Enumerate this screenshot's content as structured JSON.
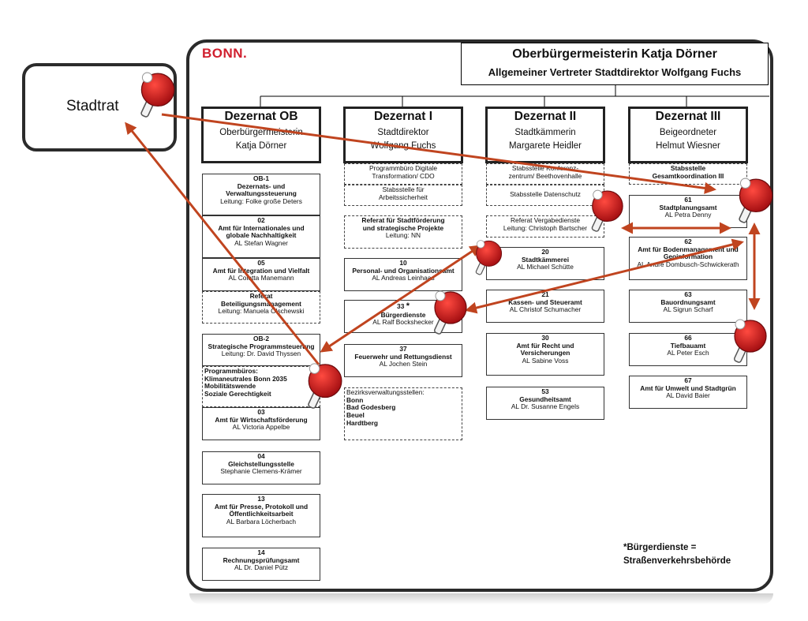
{
  "stadtrat": "Stadtrat",
  "logo": "BONN.",
  "header": {
    "title": "Oberbürgermeisterin Katja Dörner",
    "subtitle": "Allgemeiner Vertreter Stadtdirektor Wolfgang Fuchs"
  },
  "dezernate": {
    "ob": {
      "title": "Dezernat OB",
      "role": "Oberbürgermeisterin",
      "name": "Katja Dörner"
    },
    "d1": {
      "title": "Dezernat I",
      "role": "Stadtdirektor",
      "name": "Wolfgang Fuchs"
    },
    "d2": {
      "title": "Dezernat II",
      "role": "Stadtkämmerin",
      "name": "Margarete Heidler"
    },
    "d3": {
      "title": "Dezernat III",
      "role": "Beigeordneter",
      "name": "Helmut Wiesner"
    }
  },
  "units": {
    "ob1": {
      "code": "OB-1",
      "l1": "Dezernats- und",
      "l2": "Verwaltungssteuerung",
      "lead": "Leitung: Folke große Deters"
    },
    "u02": {
      "code": "02",
      "l1": "Amt für Internationales und",
      "l2": "globale Nachhaltigkeit",
      "lead": "AL Stefan Wagner"
    },
    "u05": {
      "code": "05",
      "l1": "Amt für Integration und Vielfalt",
      "lead": "AL Coletta Manemann"
    },
    "ref": {
      "l1": "Referat",
      "l2": "Beteiligungsmanagement",
      "lead": "Leitung: Manuela Olschewski"
    },
    "ob2": {
      "code": "OB-2",
      "l1": "Strategische Programmsteuerung",
      "lead": "Leitung: Dr. David Thyssen"
    },
    "prog": {
      "head": "Programmbüros:",
      "items": [
        "Klimaneutrales Bonn 2035",
        "Mobilitätswende",
        "Soziale Gerechtigkeit"
      ]
    },
    "u03": {
      "code": "03",
      "l1": "Amt für Wirtschaftsförderung",
      "lead": "AL Victoria Appelbe"
    },
    "u04": {
      "code": "04",
      "l1": "Gleichstellungsstelle",
      "lead": "Stephanie Clemens-Krämer"
    },
    "u13": {
      "code": "13",
      "l1": "Amt für Presse, Protokoll und",
      "l2": "Öffentlichkeitsarbeit",
      "lead": "AL Barbara Löcherbach"
    },
    "u14": {
      "code": "14",
      "l1": "Rechnungsprüfungsamt",
      "lead": "AL Dr. Daniel Pütz"
    },
    "pbd": {
      "l1": "Programmbüro Digitale",
      "l2": "Transformation/ CDO"
    },
    "asi": {
      "l1": "Stabsstelle für",
      "l2": "Arbeitssicherheit"
    },
    "rsf": {
      "l1": "Referat für Stadtförderung",
      "l2": "und strategische Projekte",
      "lead": "Leitung: NN"
    },
    "u10": {
      "code": "10",
      "l1": "Personal- und Organisationsamt",
      "lead": "AL Andreas Leinhaas"
    },
    "u33": {
      "code": "33",
      "star": "*",
      "l1": "Bürgerdienste",
      "lead": "AL Ralf Bockshecker"
    },
    "u37": {
      "code": "37",
      "l1": "Feuerwehr und Rettungsdienst",
      "lead": "AL Jochen Stein"
    },
    "bez": {
      "head": "Bezirksverwaltungsstellen:",
      "items": [
        "Bonn",
        "Bad Godesberg",
        "Beuel",
        "Hardtberg"
      ]
    },
    "skz": {
      "l1": "Stabsstelle Konferenz-",
      "l2": "zentrum/ Beethovenhalle"
    },
    "sds": {
      "l1": "Stabsstelle Datenschutz"
    },
    "rvd": {
      "l1": "Referat Vergabedienste",
      "lead": "Leitung: Christoph Bartscher"
    },
    "u20": {
      "code": "20",
      "l1": "Stadtkämmerei",
      "lead": "AL Michael Schütte"
    },
    "u21": {
      "code": "21",
      "l1": "Kassen- und Steueramt",
      "lead": "AL Christof Schumacher"
    },
    "u30": {
      "code": "30",
      "l1": "Amt für Recht und",
      "l2": "Versicherungen",
      "lead": "AL Sabine Voss"
    },
    "u53": {
      "code": "53",
      "l1": "Gesundheitsamt",
      "lead": "AL Dr. Susanne Engels"
    },
    "sgk": {
      "l1": "Stabsstelle",
      "l2": "Gesamtkoordination III"
    },
    "u61": {
      "code": "61",
      "l1": "Stadtplanungsamt",
      "lead": "AL Petra Denny"
    },
    "u62": {
      "code": "62",
      "l1": "Amt für Bodenmanagement und",
      "l2": "Geoinformation",
      "lead": "AL André Dombusch-Schwickerath"
    },
    "u63": {
      "code": "63",
      "l1": "Bauordnungsamt",
      "lead": "AL Sigrun Scharf"
    },
    "u66": {
      "code": "66",
      "l1": "Tiefbauamt",
      "lead": "AL Peter Esch"
    },
    "u67": {
      "code": "67",
      "l1": "Amt für Umwelt und Stadtgrün",
      "lead": "AL David Baier"
    }
  },
  "footnote": {
    "l1": "*Bürgerdienste =",
    "l2": "Straßenverkehrsbehörde"
  },
  "colors": {
    "arrow": "#c0441f",
    "paddle": "#c4161c",
    "logo": "#d01f2e"
  },
  "icons": {
    "paddle": "table-tennis-paddle-icon"
  }
}
